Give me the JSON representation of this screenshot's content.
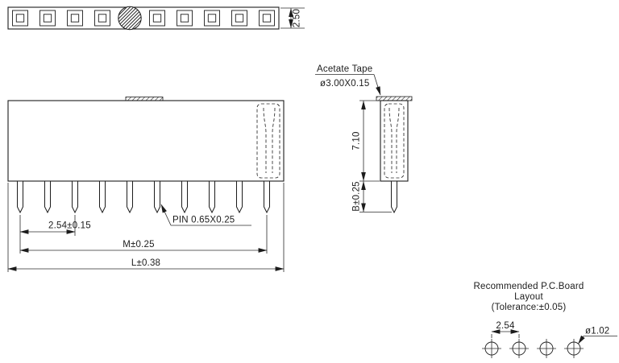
{
  "colors": {
    "line": "#1c1c1c",
    "background": "#ffffff"
  },
  "top_view": {
    "dim_strip_width": "2.50"
  },
  "front_view": {
    "pin_spec_label": "PIN  0.65X0.25",
    "dim_pitch": "2.54±0.15",
    "dim_m": "M±0.25",
    "dim_l": "L±0.38"
  },
  "side_view": {
    "tape_label": "Acetate  Tape",
    "tape_spec": "ø3.00X0.15",
    "dim_body_height": "7.10",
    "dim_pin_length": "B±0.25"
  },
  "pcb_layout": {
    "title_line1": "Recommended  P.C.Board",
    "title_line2": "Layout",
    "title_line3": "(Tolerance:±0.05)",
    "dim_pitch": "2.54",
    "dim_hole_dia": "ø1.02"
  }
}
